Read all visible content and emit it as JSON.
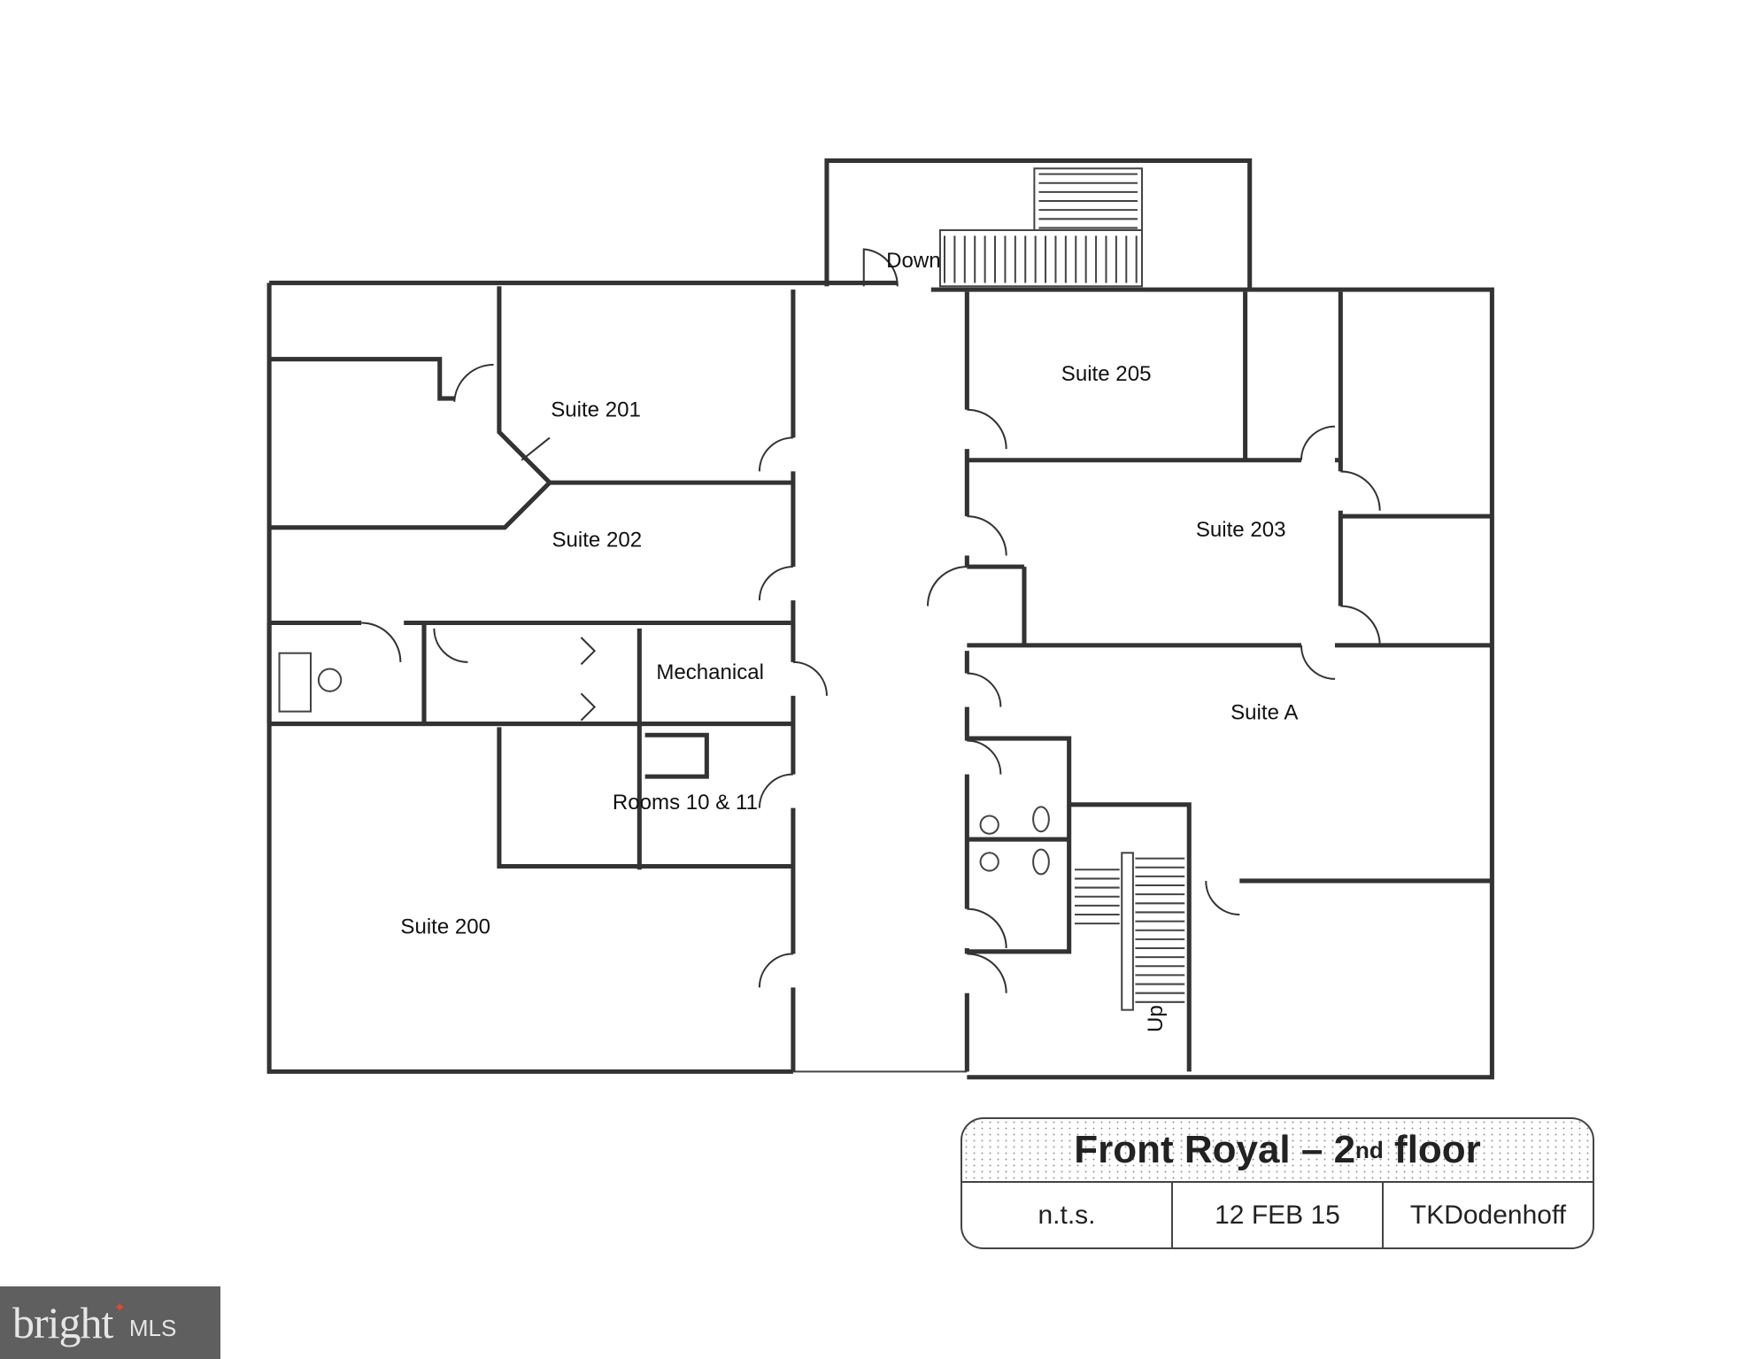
{
  "plan": {
    "labels": {
      "down": "Down",
      "up": "Up",
      "suite_201": "Suite 201",
      "suite_202": "Suite 202",
      "suite_205": "Suite 205",
      "suite_203": "Suite 203",
      "mechanical": "Mechanical",
      "suite_a": "Suite A",
      "rooms_10_11": "Rooms 10 & 11",
      "suite_200": "Suite 200"
    }
  },
  "title_block": {
    "title_main": "Front Royal – 2",
    "title_sup": "nd",
    "title_tail": " floor",
    "scale": "n.t.s.",
    "date": "12 FEB 15",
    "author": "TKDodenhoff"
  },
  "logo": {
    "word": "bright",
    "suffix": "MLS",
    "accent_color": "#e2492f"
  }
}
